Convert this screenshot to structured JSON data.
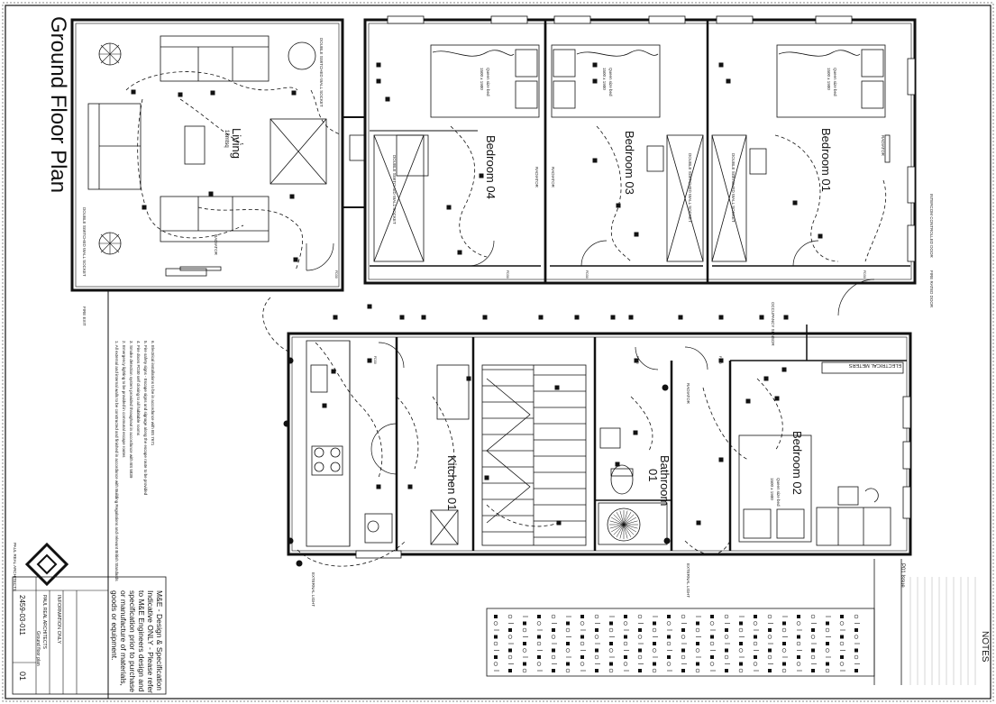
{
  "title": "Ground Floor Plan",
  "rooms": {
    "living": "Living",
    "living_sub": "18mtsq",
    "bedroom_01": "Bedroom 01",
    "bedroom_02": "Bedroom 02",
    "bedroom_03": "Bedroom 03",
    "bedroom_04": "Bedroom 04",
    "kitchen": "Kitchen 01",
    "bathroom": "Bathroom",
    "bathroom_num": "01"
  },
  "labels": {
    "radiator": "RADIATOR",
    "electrical_meters": "ELECTRICAL METERS",
    "queen_bed": "Queen size bed",
    "queen_bed_dim": "1500 x 1900",
    "double_socket": "DOUBLE SWITCHED WALL SOCKET",
    "external_light": "EXTERNAL LIGHT",
    "occupancy_sensor": "OCCUPANCY SENSOR",
    "intercom": "INTERCOM CONTROLLED DOOR",
    "fire_door": "FIRE RATED DOOR",
    "fd30": "FD30",
    "fire_exit": "FIRE EXIT"
  },
  "notes": {
    "heading": "NOTES",
    "issue": "P01 Issue",
    "mande": "M&E - Design & Specification Indicative ONLY - Please refer to M&E Engineers design and specification prior to purchase or manufacture of materials, goods or equipment.",
    "fire_note_1": "1. All external and internal walls to be constructed and finished in accordance with Building Regulations and relevant British Standards",
    "fire_note_2": "2. Emergency lighting to be provided in communal escape routes",
    "fire_note_3": "3. Smoke detection system provided throughout in accordance with BS 5839",
    "fire_note_4": "4. Fire doors FD30 self closing to all habitable rooms",
    "fire_note_5": "5. Fire safety signs - Escape signs and signage along the escape route to be provided",
    "fire_note_6": "6. Electrical installations to be in accordance with BS 7671"
  },
  "title_block": {
    "information_only": "INFORMATION ONLY",
    "architect": "PAUL REAL ARCHITECTS",
    "drawing_title": "Ground floor plan",
    "drawing_no": "2459-03-011",
    "revision": "01",
    "company_footer": "PAUL REAL ARCHITECTS"
  },
  "colors": {
    "line": "#111111",
    "paper": "#ffffff",
    "light_line": "#555555"
  }
}
